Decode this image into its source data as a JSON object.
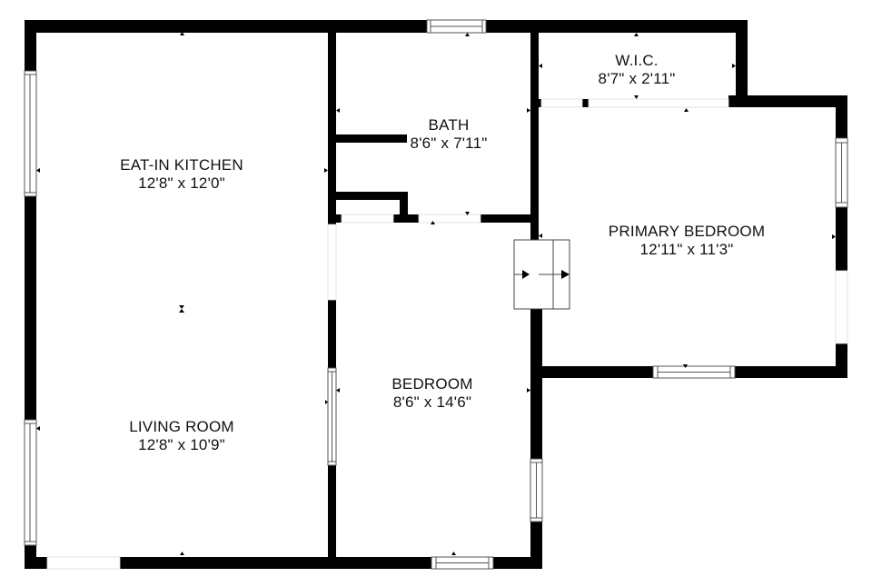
{
  "floor_plan": {
    "rooms": [
      {
        "id": "eat-in-kitchen",
        "name": "EAT-IN KITCHEN",
        "dimensions": "12'8\" x 12'0\""
      },
      {
        "id": "bath",
        "name": "BATH",
        "dimensions": "8'6\" x 7'11\""
      },
      {
        "id": "wic",
        "name": "W.I.C.",
        "dimensions": "8'7\" x 2'11\""
      },
      {
        "id": "primary-bedroom",
        "name": "PRIMARY BEDROOM",
        "dimensions": "12'11\" x 11'3\""
      },
      {
        "id": "bedroom",
        "name": "BEDROOM",
        "dimensions": "8'6\" x 14'6\""
      },
      {
        "id": "living-room",
        "name": "LIVING ROOM",
        "dimensions": "12'8\" x 10'9\""
      }
    ],
    "colors": {
      "wall": "#000000",
      "background": "#ffffff",
      "window_frame": "#555555"
    }
  }
}
